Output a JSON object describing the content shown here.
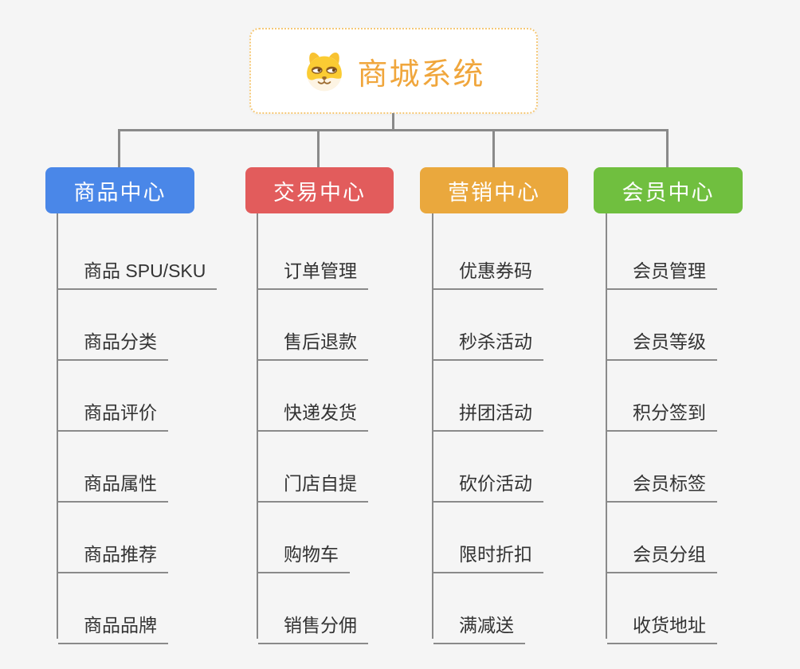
{
  "canvas": {
    "background": "#f5f5f5",
    "connector_color": "#8a8a8a"
  },
  "root": {
    "title": "商城系统",
    "icon": "dog-face-icon",
    "title_color": "#f0a63c",
    "border_color": "#f5c877"
  },
  "branches": [
    {
      "label": "商品中心",
      "color": "#4a87e8",
      "items": [
        "商品 SPU/SKU",
        "商品分类",
        "商品评价",
        "商品属性",
        "商品推荐",
        "商品品牌"
      ]
    },
    {
      "label": "交易中心",
      "color": "#e25c5c",
      "items": [
        "订单管理",
        "售后退款",
        "快递发货",
        "门店自提",
        "购物车",
        "销售分佣"
      ]
    },
    {
      "label": "营销中心",
      "color": "#eaa83d",
      "items": [
        "优惠券码",
        "秒杀活动",
        "拼团活动",
        "砍价活动",
        "限时折扣",
        "满减送"
      ]
    },
    {
      "label": "会员中心",
      "color": "#70bf3f",
      "items": [
        "会员管理",
        "会员等级",
        "积分签到",
        "会员标签",
        "会员分组",
        "收货地址"
      ]
    }
  ]
}
